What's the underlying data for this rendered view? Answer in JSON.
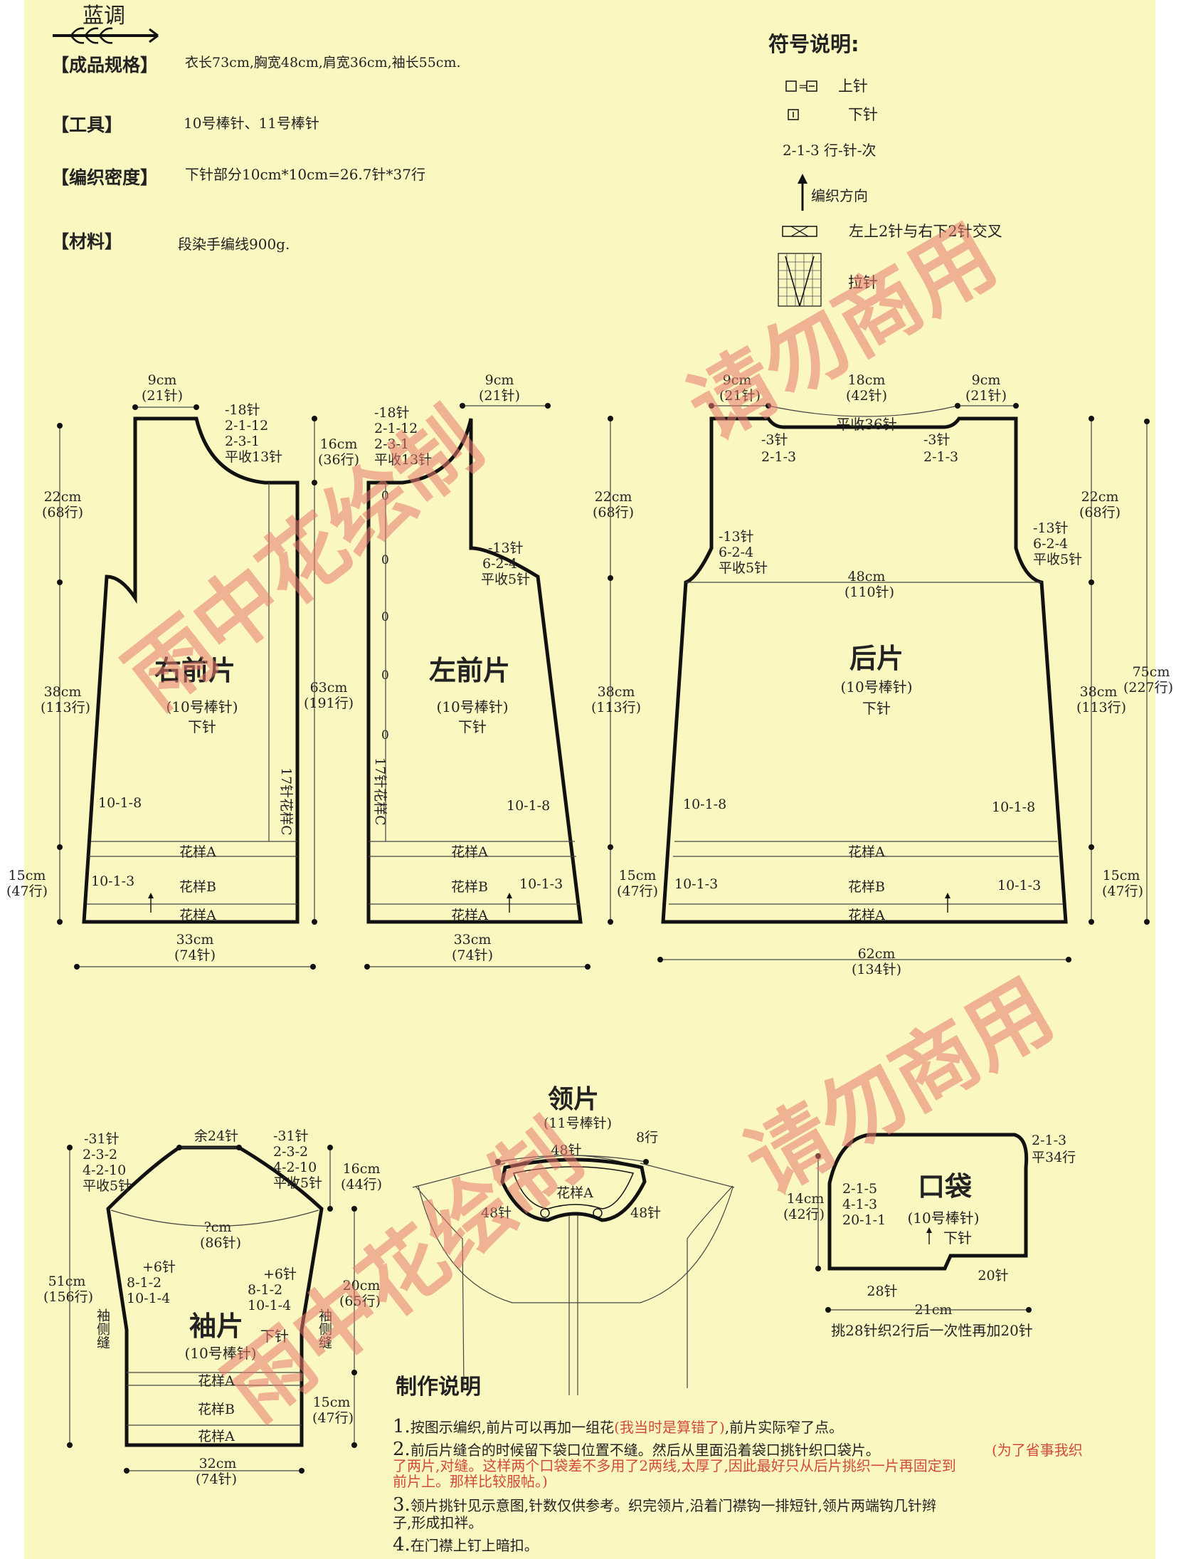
{
  "header": {
    "title": "蓝调",
    "specs_label": "【成品规格】",
    "specs_value": "衣长73cm,胸宽48cm,肩宽36cm,袖长55cm.",
    "tools_label": "【工具】",
    "tools_value": "10号棒针、11号棒针",
    "gauge_label": "【编织密度】",
    "gauge_value": "下针部分10cm*10cm=26.7针*37行",
    "material_label": "【材料】",
    "material_value": "段染手编线900g."
  },
  "legend": {
    "title": "符号说明:",
    "items": [
      "上针",
      "下针",
      "2-1-3 行-针-次",
      "编织方向",
      "左上2针与右下2针交叉",
      "拉针"
    ],
    "symbol_eq": "="
  },
  "right_front": {
    "title": "右前片",
    "needle": "(10号棒针)",
    "stitch": "下针",
    "top_w": "9cm",
    "top_w_st": "(21针)",
    "neck": [
      "-18针",
      "2-1-12",
      "2-3-1",
      "平收13针"
    ],
    "right_h1": "16cm",
    "right_h1_r": "(36行)",
    "right_h2": "63cm",
    "right_h2_r": "(191行)",
    "left_h1": "22cm",
    "left_h1_r": "(68行)",
    "left_h2": "38cm",
    "left_h2_r": "(113行)",
    "left_h3": "15cm",
    "left_h3_r": "(47行)",
    "side1": "10-1-8",
    "side2": "10-1-3",
    "pattern_c": "17针花样C",
    "pa": "花样A",
    "pb": "花样B",
    "bottom": "33cm",
    "bottom_st": "(74针)"
  },
  "left_front": {
    "title": "左前片",
    "needle": "(10号棒针)",
    "stitch": "下针",
    "top_w": "9cm",
    "top_w_st": "(21针)",
    "neck": [
      "-18针",
      "2-1-12",
      "2-3-1",
      "平收13针"
    ],
    "arm": [
      "-13针",
      "6-2-4",
      "平收5针"
    ],
    "right_h1": "22cm",
    "right_h1_r": "(68行)",
    "right_h2": "38cm",
    "right_h2_r": "(113行)",
    "right_h3": "15cm",
    "right_h3_r": "(47行)",
    "side1": "10-1-8",
    "side2": "10-1-3",
    "pattern_c": "17针花样C",
    "buttons": [
      "0",
      "0",
      "0",
      "0",
      "0"
    ],
    "pa": "花样A",
    "pb": "花样B",
    "bottom": "33cm",
    "bottom_st": "(74针)"
  },
  "back": {
    "title": "后片",
    "needle": "(10号棒针)",
    "stitch": "下针",
    "top_l": "9cm",
    "top_l_st": "(21针)",
    "top_m": "18cm",
    "top_m_st": "(42针)",
    "top_r": "9cm",
    "top_r_st": "(21针)",
    "neck_bind": "平收36针",
    "neck_l": [
      "-3针",
      "2-1-3"
    ],
    "neck_r": [
      "-3针",
      "2-1-3"
    ],
    "arm_l": [
      "-13针",
      "6-2-4",
      "平收5针"
    ],
    "arm_r": [
      "-13针",
      "6-2-4",
      "平收5针"
    ],
    "chest": "48cm",
    "chest_st": "(110针)",
    "right_h1": "22cm",
    "right_h1_r": "(68行)",
    "right_h2": "38cm",
    "right_h2_r": "(113行)",
    "right_h3": "15cm",
    "right_h3_r": "(47行)",
    "total": "75cm",
    "total_r": "(227行)",
    "side1": "10-1-8",
    "side2": "10-1-3",
    "pa": "花样A",
    "pb": "花样B",
    "bottom": "62cm",
    "bottom_st": "(134针)"
  },
  "sleeve": {
    "title": "袖片",
    "needle": "(10号棒针)",
    "stitch": "下针",
    "cap_top": "余24针",
    "cap_l": [
      "-31针",
      "2-3-2",
      "4-2-10",
      "平收5针"
    ],
    "cap_r": [
      "-31针",
      "2-3-2",
      "4-2-10",
      "平收5针"
    ],
    "cap_h": "16cm",
    "cap_h_r": "(44行)",
    "width": "?cm",
    "width_st": "(86针)",
    "inc_l": [
      "+6针",
      "8-1-2",
      "10-1-4"
    ],
    "inc_r": [
      "+6针",
      "8-1-2",
      "10-1-4"
    ],
    "seam": "袖侧缝",
    "total_h": "51cm",
    "total_h_r": "(156行)",
    "body_h": "20cm",
    "body_h_r": "(65行)",
    "cuff_h": "15cm",
    "cuff_h_r": "(47行)",
    "pa": "花样A",
    "pb": "花样B",
    "bottom": "32cm",
    "bottom_st": "(74针)"
  },
  "collar": {
    "title": "领片",
    "needle": "(11号棒针)",
    "rows": "8行",
    "top": "48针",
    "left": "48针",
    "right": "48针",
    "pattern": "花样A"
  },
  "pocket": {
    "title": "口袋",
    "needle": "(10号棒针)",
    "stitch": "下针",
    "dec": [
      "2-1-3",
      "平34行"
    ],
    "inc": [
      "2-1-5",
      "4-1-3",
      "20-1-1"
    ],
    "height": "14cm",
    "height_r": "(42行)",
    "st20": "20针",
    "st28": "28针",
    "width": "21cm",
    "note": "挑28针织2行后一次性再加20针"
  },
  "instructions": {
    "title": "制作说明",
    "items": [
      {
        "num": "1.",
        "text": "按图示编织,前片可以再加一组花",
        "red": "(我当时是算错了)",
        "tail": ",前片实际窄了点。"
      },
      {
        "num": "2.",
        "text": "前后片缝合的时候留下袋口位置不缝。然后从里面沿着袋口挑针织口袋片。",
        "red": "(为了省事我织了两片,对缝。这样两个口袋差不多用了2两线,太厚了,因此最好只从后片挑织一片再固定到前片上。那样比较服帖。)",
        "tail": ""
      },
      {
        "num": "3.",
        "text": "领片挑针见示意图,针数仅供参考。织完领片,沿着门襟钩一排短针,领片两端钩几针辫子,形成扣袢。",
        "red": "",
        "tail": ""
      },
      {
        "num": "4.",
        "text": "在门襟上钉上暗扣。",
        "red": "",
        "tail": ""
      }
    ]
  },
  "watermark": {
    "lines": [
      "雨中花绘制",
      "请勿商用"
    ]
  },
  "colors": {
    "background": "#fbf7c0",
    "ink": "#111111",
    "red_note": "#d24a3a",
    "watermark": "#e77a6e"
  }
}
